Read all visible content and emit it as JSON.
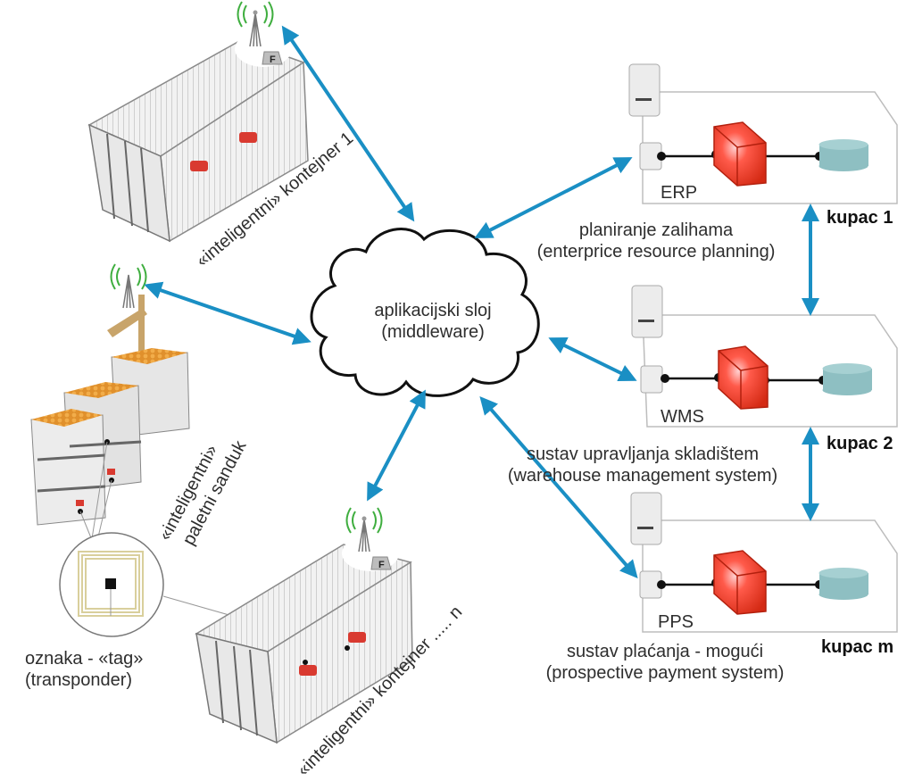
{
  "diagram": {
    "accent_color": "#1a8fc4",
    "middleware": {
      "line1": "aplikacijski sloj",
      "line2": "(middleware)"
    },
    "containers": [
      {
        "label": "«inteligentni» kontejner 1",
        "antenna_badge": "F"
      },
      {
        "label": "«inteligentni» kontejner ..... n",
        "antenna_badge": "F"
      }
    ],
    "pallet": {
      "line1": "«inteligentni»",
      "line2": "paletni sanduk"
    },
    "tag": {
      "line1": "oznaka - «tag»",
      "line2": "(transponder)"
    },
    "customers": [
      {
        "name": "kupac 1",
        "system": "ERP",
        "desc_line1": "planiranje zalihama",
        "desc_line2": "(enterprice resource planning)"
      },
      {
        "name": "kupac 2",
        "system": "WMS",
        "desc_line1": "sustav upravljanja skladištem",
        "desc_line2": "(warehouse management system)"
      },
      {
        "name": "kupac m",
        "system": "PPS",
        "desc_line1": "sustav plaćanja - mogući",
        "desc_line2": "(prospective payment system)"
      }
    ],
    "connections": [
      {
        "from": "middleware",
        "to": "kontejner 1",
        "direction": "both"
      },
      {
        "from": "middleware",
        "to": "paletni sanduk",
        "direction": "both"
      },
      {
        "from": "middleware",
        "to": "kontejner n",
        "direction": "both"
      },
      {
        "from": "middleware",
        "to": "ERP",
        "direction": "both"
      },
      {
        "from": "middleware",
        "to": "WMS",
        "direction": "both"
      },
      {
        "from": "middleware",
        "to": "PPS",
        "direction": "both"
      },
      {
        "from": "kupac 1",
        "to": "kupac 2",
        "direction": "both"
      },
      {
        "from": "kupac 2",
        "to": "kupac m",
        "direction": "both"
      }
    ]
  }
}
